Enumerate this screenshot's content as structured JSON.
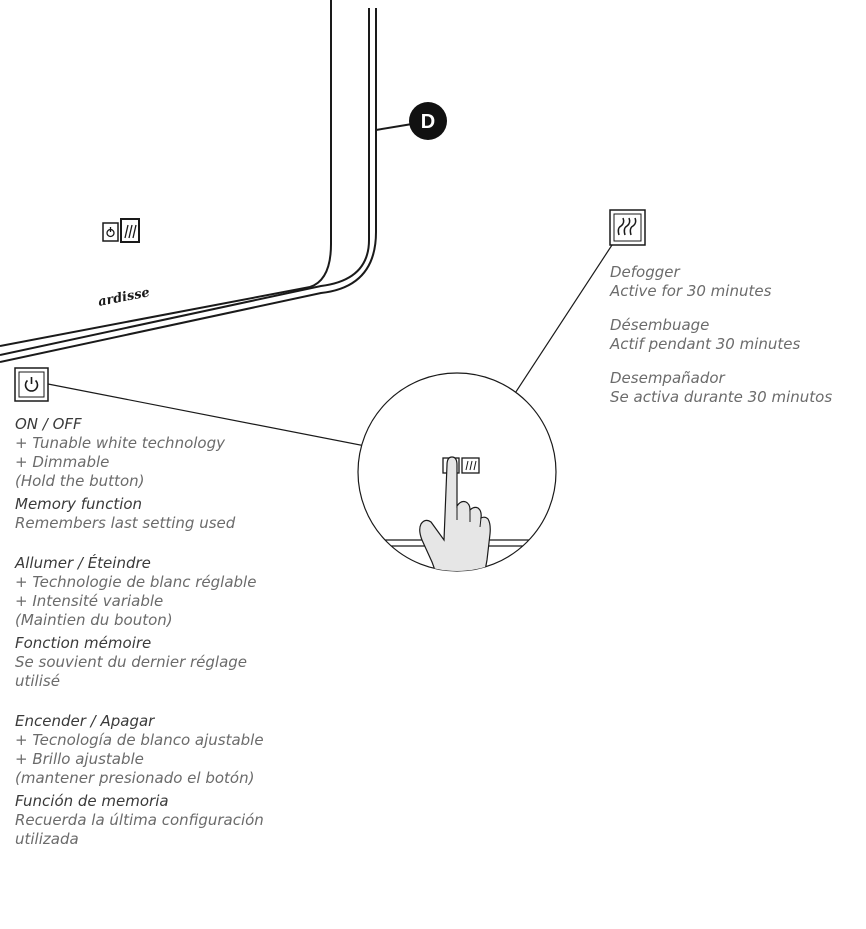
{
  "callout": {
    "letter": "D"
  },
  "brand_logo": "ardisse",
  "defogger": {
    "lines": [
      {
        "title": "Defogger",
        "detail": "Active for 30 minutes"
      },
      {
        "title": "Désembuage",
        "detail": "Actif pendant 30 minutes"
      },
      {
        "title": "Desempañador",
        "detail": "Se activa durante 30 minutos"
      }
    ]
  },
  "power": {
    "en": {
      "title": "ON / OFF",
      "items": [
        "+ Tunable white technology",
        "+ Dimmable",
        "(Hold the button)"
      ],
      "memory_title": "Memory function",
      "memory_desc": [
        "Remembers last setting used"
      ]
    },
    "fr": {
      "title": "Allumer / Éteindre",
      "items": [
        "+ Technologie de blanc réglable",
        "+ Intensité variable",
        "(Maintien du bouton)"
      ],
      "memory_title": "Fonction mémoire",
      "memory_desc": [
        "Se souvient du dernier réglage",
        "utilisé"
      ]
    },
    "es": {
      "title": "Encender / Apagar",
      "items": [
        "+ Tecnología de blanco ajustable",
        "+ Brillo ajustable",
        "(mantener presionado el botón)"
      ],
      "memory_title": "Función de memoria",
      "memory_desc": [
        "Recuerda la última configuración",
        "utilizada"
      ]
    }
  },
  "icons": {
    "power": "power-icon",
    "defogger": "defogger-icon",
    "hand": "hand-pointer-icon"
  },
  "colors": {
    "ink": "#1a1a1a",
    "text": "#6b6b6b",
    "heading": "#3a3a3a"
  }
}
